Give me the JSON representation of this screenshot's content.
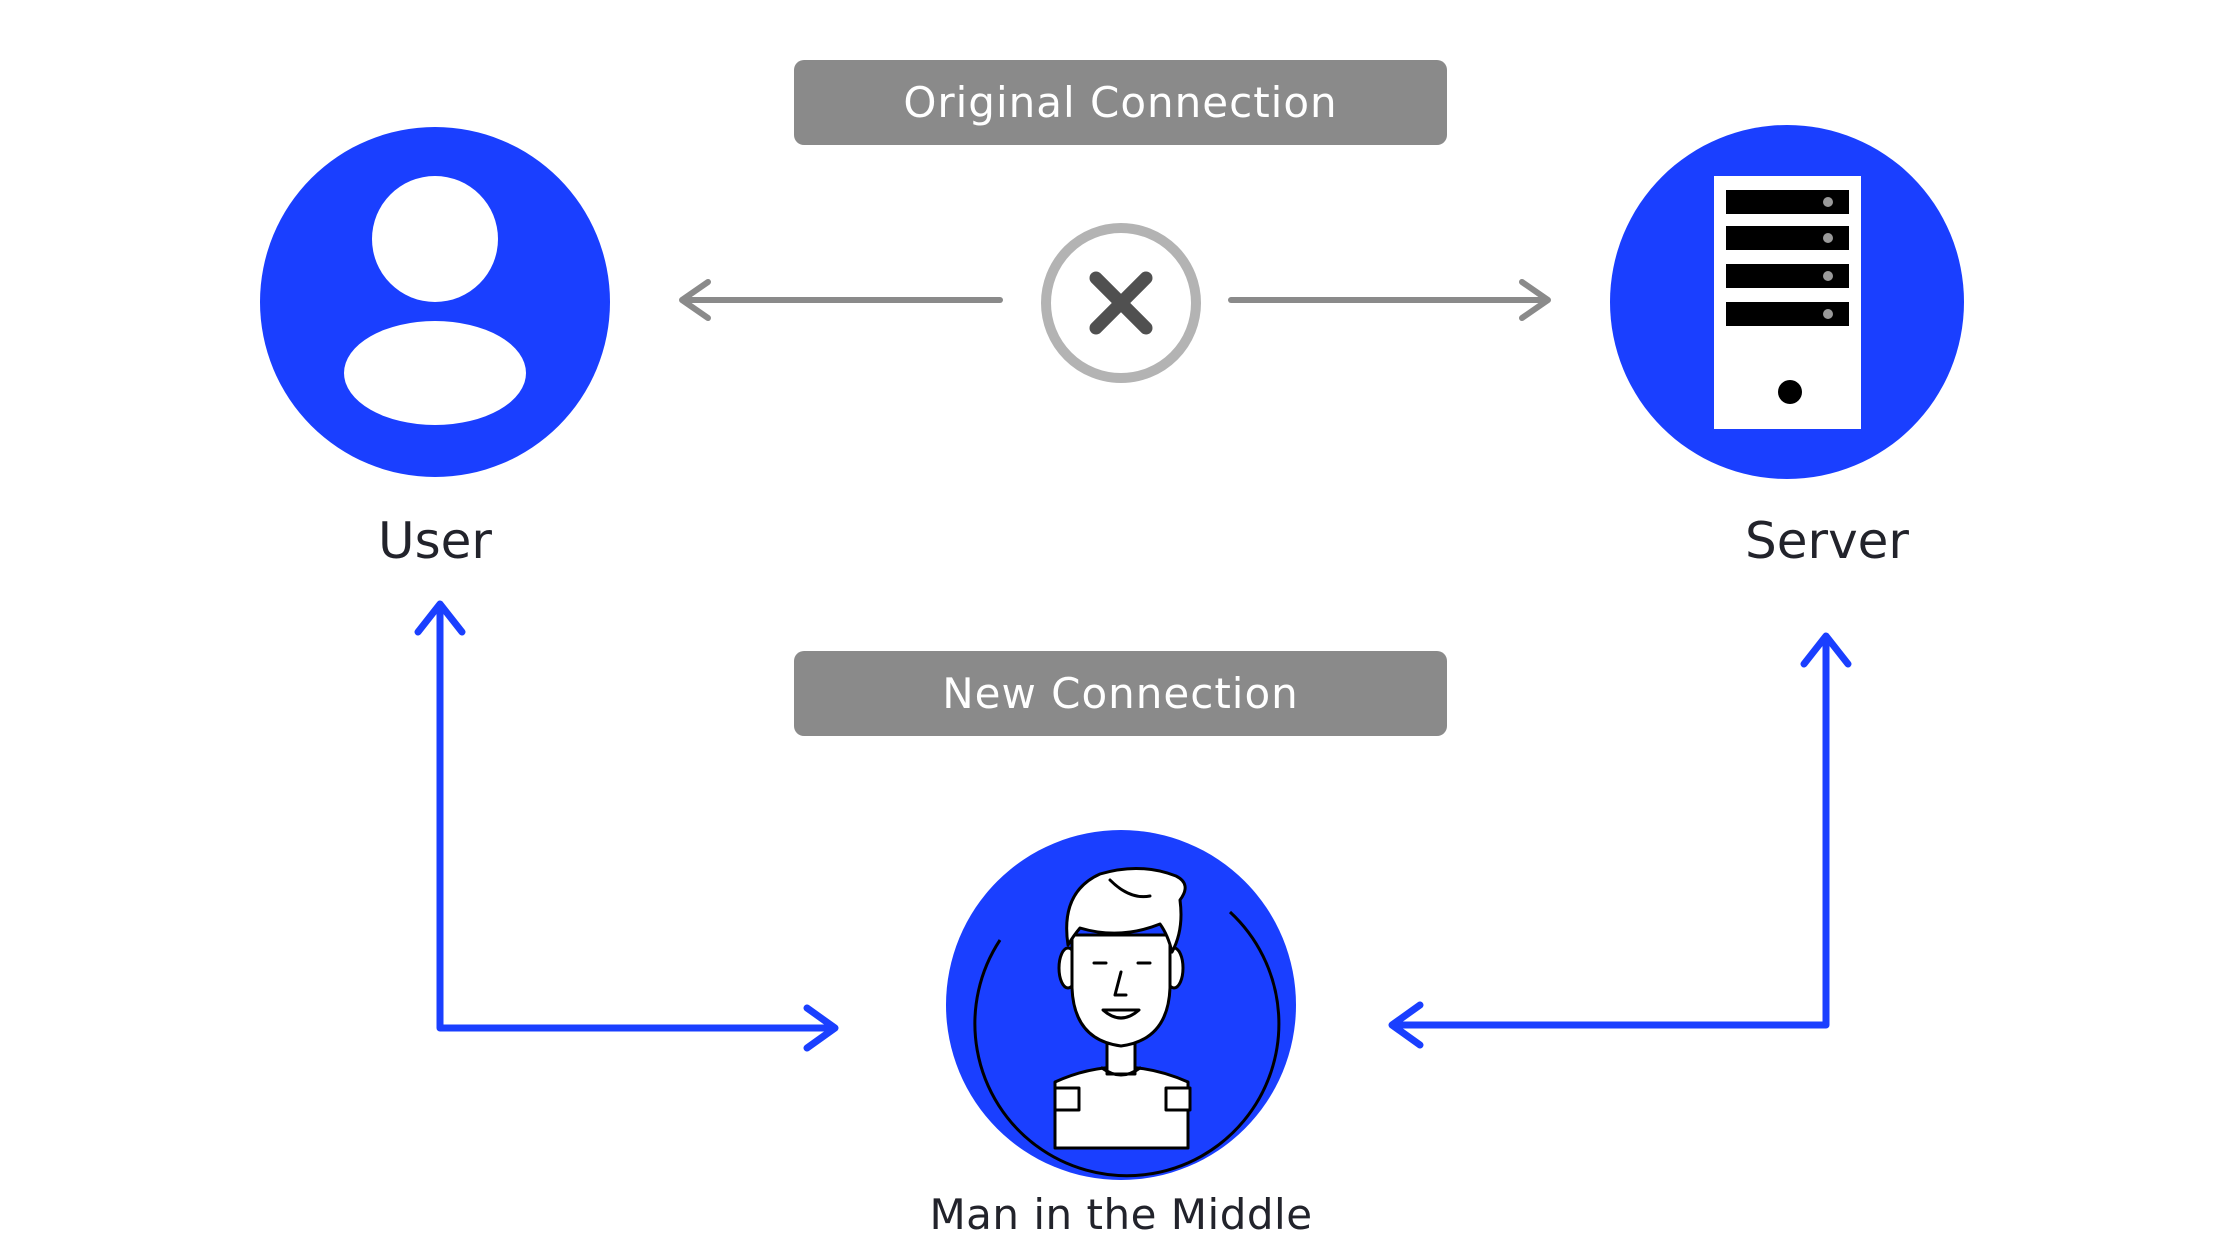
{
  "banners": {
    "original": "Original Connection",
    "new": "New Connection"
  },
  "nodes": {
    "user": "User",
    "server": "Server",
    "mitm": "Man in the Middle"
  },
  "icons": {
    "user": "user-silhouette-icon",
    "server": "server-tower-icon",
    "mitm": "man-in-the-middle-person-icon",
    "blocked": "close-circle-icon"
  },
  "colors": {
    "node_fill": "#1a3fff",
    "new_connection_arrow": "#1a3fff",
    "original_connection_arrow": "#8a8a8a",
    "banner_fill": "#8a8a8a"
  }
}
